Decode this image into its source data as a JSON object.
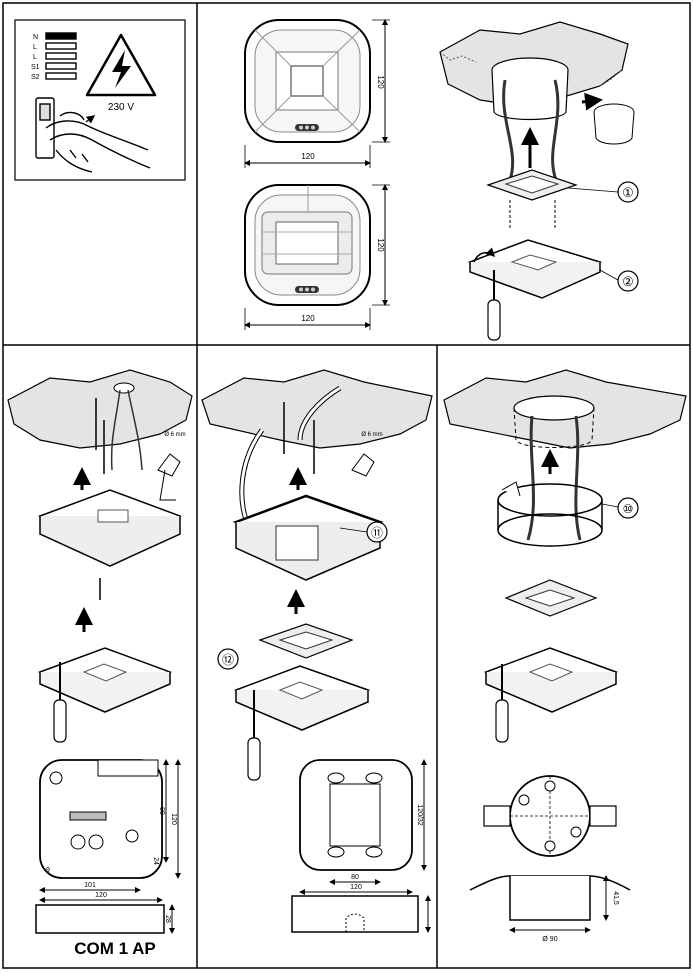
{
  "warning": {
    "voltage": "230 V",
    "wire_labels": [
      "N",
      "L",
      "L",
      "S1",
      "S2"
    ]
  },
  "dims": {
    "sq_width": "120",
    "sq_height": "120",
    "round_width": "120",
    "round_height": "120",
    "ap_101": "101",
    "ap_120w": "120",
    "ap_99": "99",
    "ap_120h": "120",
    "ap_9": "9",
    "ap_24": "24",
    "ap_28": "28",
    "flush_80": "80",
    "flush_120": "120",
    "flush_h": "120/32",
    "box_dia": "Ø 90",
    "box_depth": "41,5"
  },
  "callouts": [
    "①",
    "②",
    "⑩",
    "⑪",
    "⑫"
  ],
  "drill": [
    "Ø 6 mm",
    "Ø 6 mm"
  ],
  "caption": "COM 1 AP"
}
